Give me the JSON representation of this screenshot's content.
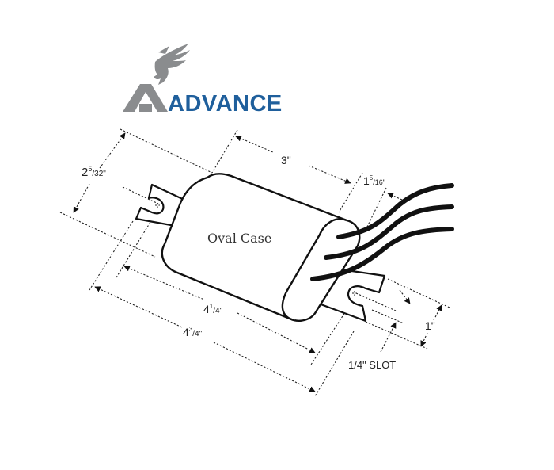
{
  "logo": {
    "brand_name": "ADVANCE",
    "icon": "eagle-icon",
    "brand_color": "#1f5f9c",
    "mark_color": "#8a8c8e"
  },
  "diagram": {
    "title": "Oval Case",
    "dimensions": {
      "height": "2⁵/₃₂\"",
      "case_length": "3\"",
      "case_depth": "1⁵/₁₆\"",
      "mount_spacing": "4¹/4\"",
      "overall_length": "4³/4\"",
      "bracket_width": "1\"",
      "slot_size": "1/4\" SLOT"
    },
    "dimension_parts": {
      "height": {
        "whole": "2",
        "num": "5",
        "den": "/32\""
      },
      "case_length": {
        "text": "3\""
      },
      "case_depth": {
        "whole": "1",
        "num": "5",
        "den": "/16\""
      },
      "mount_spacing": {
        "whole": "4",
        "num": "1",
        "den": "/4\""
      },
      "overall_length": {
        "whole": "4",
        "num": "3",
        "den": "/4\""
      },
      "bracket_width": {
        "text": "1\""
      },
      "slot_size": {
        "text": "1/4\" SLOT"
      }
    },
    "wire_count": 3,
    "line_color": "#111111"
  }
}
